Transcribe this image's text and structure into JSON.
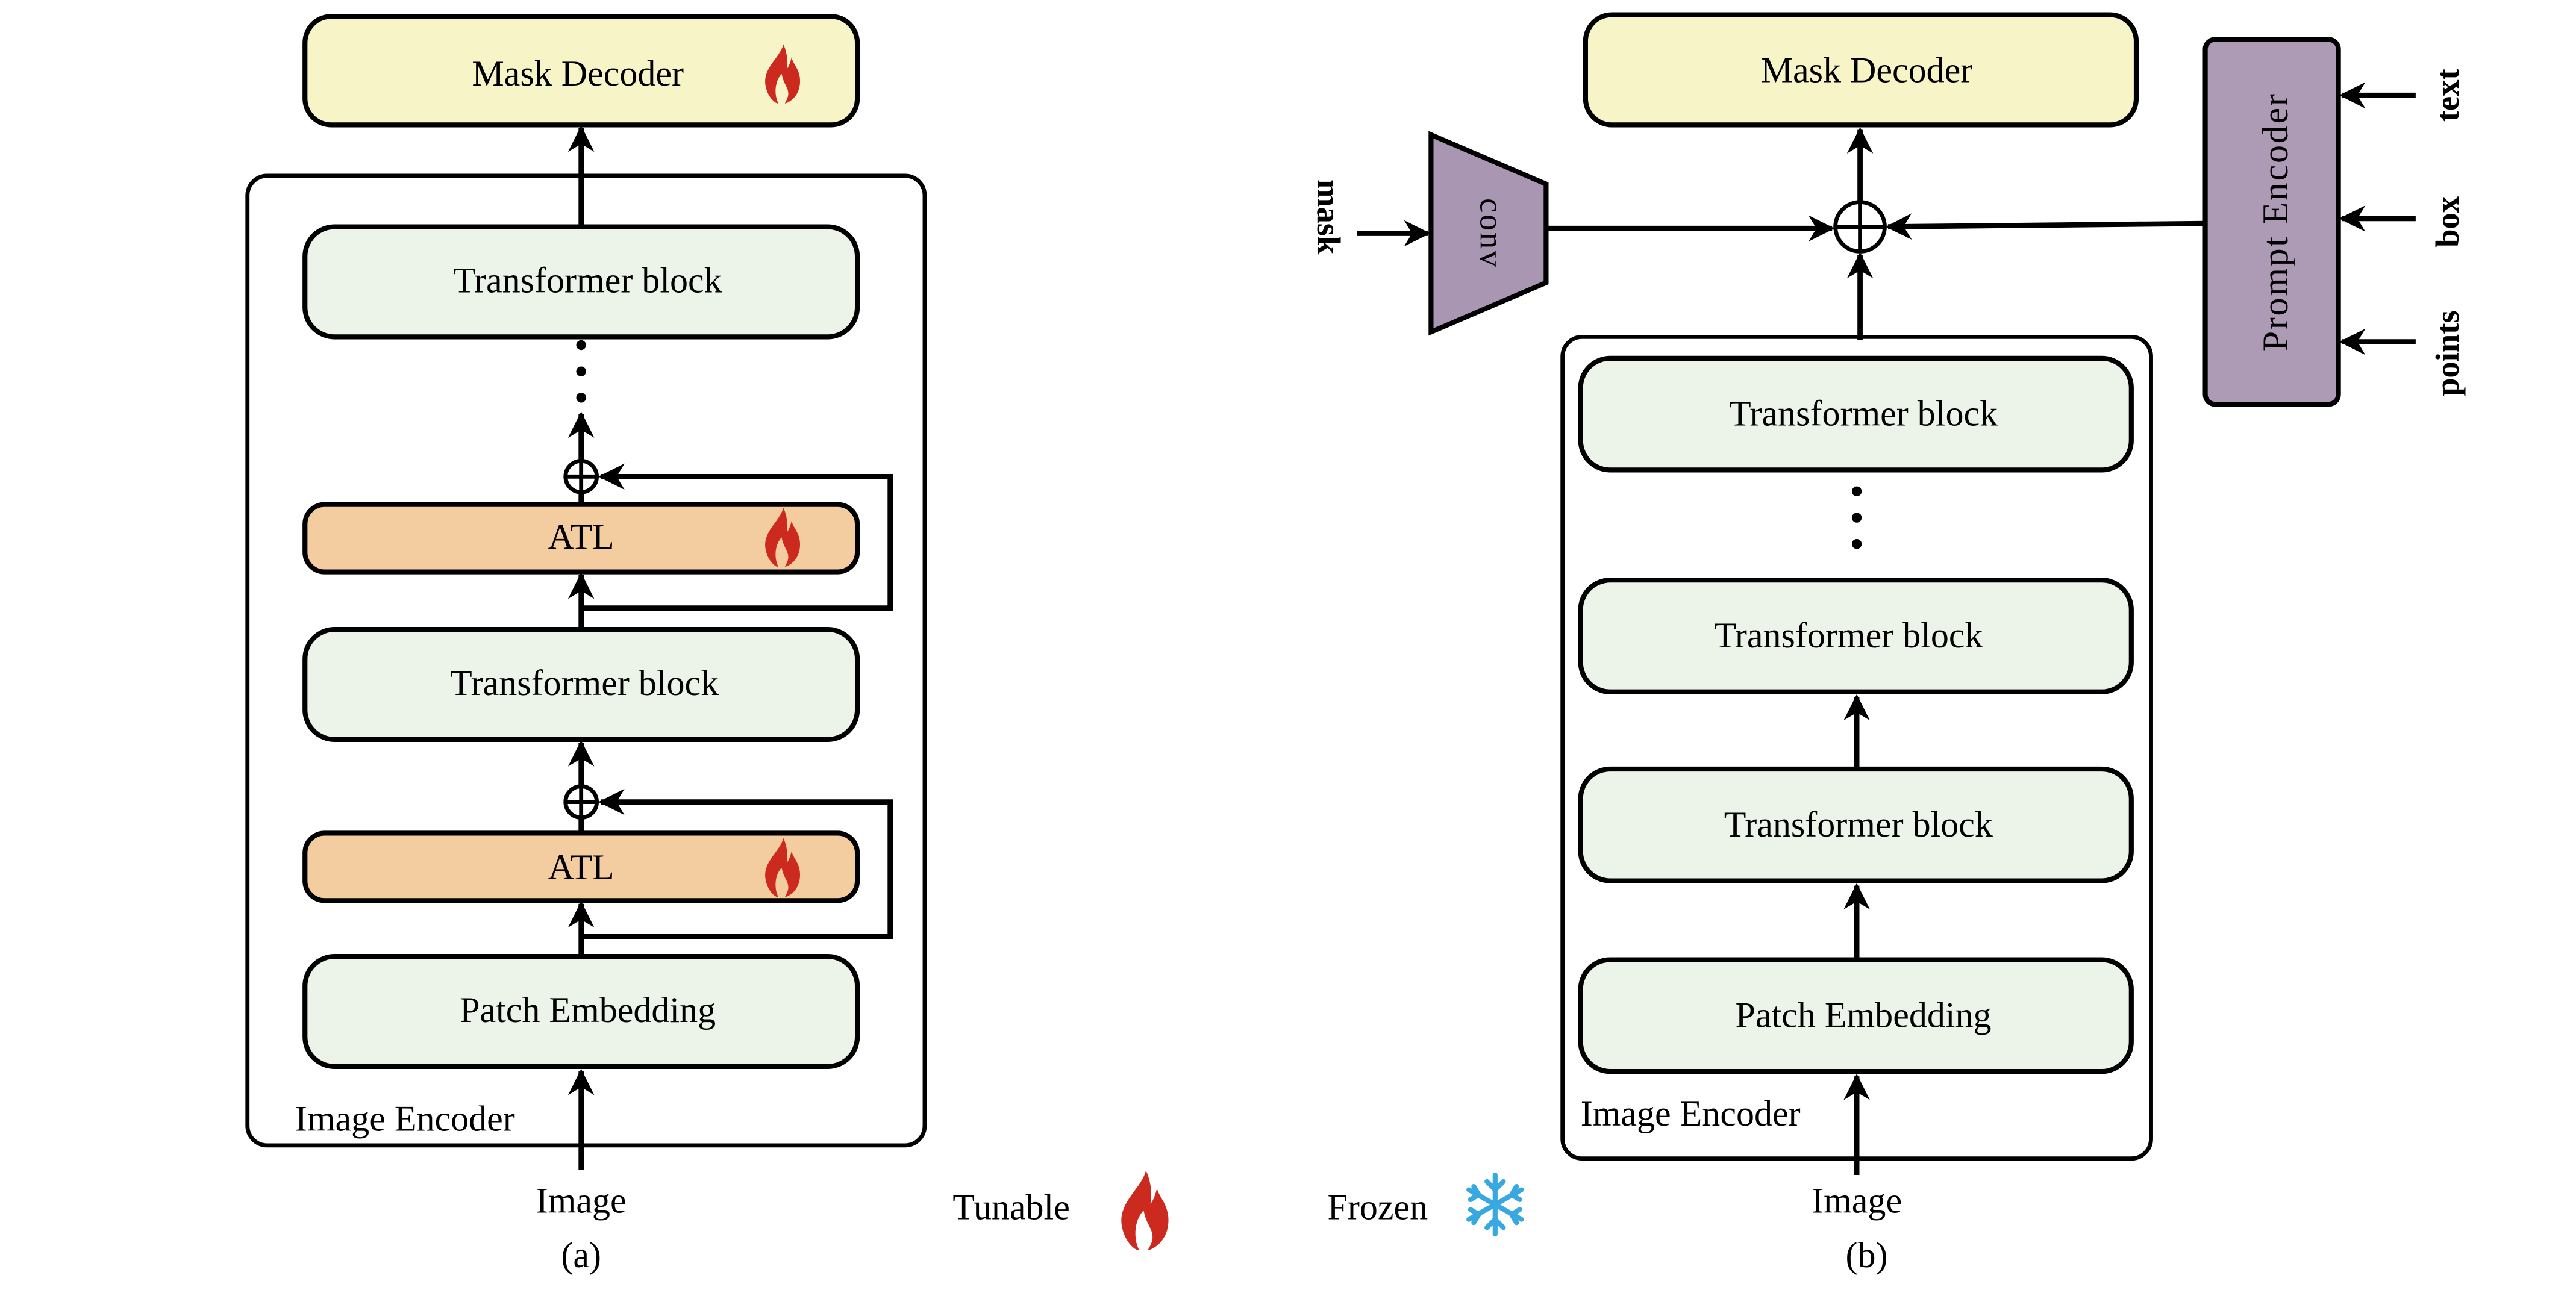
{
  "panel_a": {
    "caption": "(a)",
    "mask_decoder": "Mask Decoder",
    "blocks": {
      "transformer_top": "Transformer block",
      "atl_upper": "ATL",
      "transformer_mid": "Transformer block",
      "atl_lower": "ATL",
      "patch_embedding": "Patch Embedding"
    },
    "encoder_label": "Image Encoder",
    "input_label": "Image"
  },
  "panel_b": {
    "caption": "(b)",
    "mask_decoder": "Mask Decoder",
    "conv_label": "conv",
    "mask_input": "mask",
    "prompt_encoder": "Prompt Encoder",
    "prompt_inputs": [
      "text",
      "box",
      "points"
    ],
    "blocks": {
      "transformer_top": "Transformer block",
      "transformer_mid": "Transformer block",
      "transformer_low": "Transformer block",
      "patch_embedding": "Patch Embedding"
    },
    "encoder_label": "Image Encoder",
    "input_label": "Image"
  },
  "legend": {
    "tunable": "Tunable",
    "frozen": "Frozen",
    "tunable_icon": "flame-icon",
    "frozen_icon": "snowflake-icon"
  },
  "colors": {
    "mask_decoder": "#f7f5c8",
    "transformer": "#ecf4ea",
    "atl": "#f3cc9f",
    "purple": "#a896b2",
    "flame": "#cc2a1e",
    "snow": "#38a8e0"
  }
}
